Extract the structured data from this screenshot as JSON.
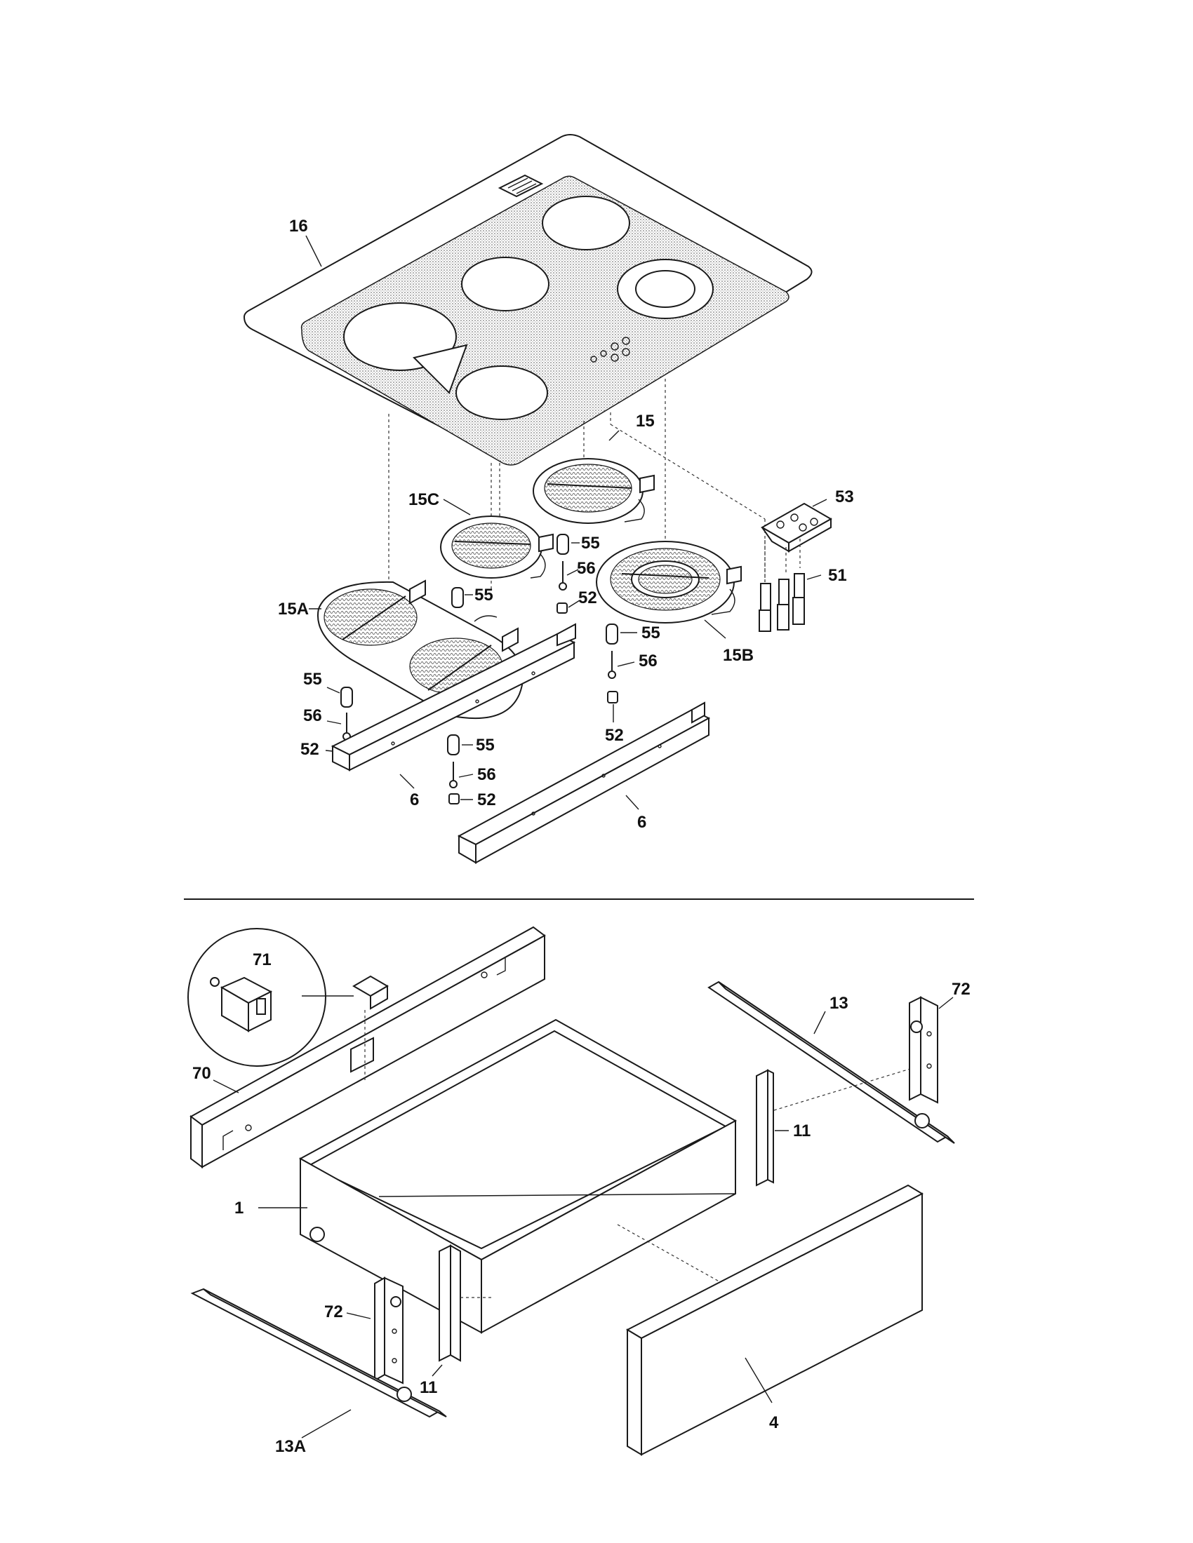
{
  "callouts": {
    "c16": "16",
    "c15": "15",
    "c15c": "15C",
    "c15a": "15A",
    "c15b": "15B",
    "c53": "53",
    "c51": "51",
    "c55a": "55",
    "c55b": "55",
    "c55c": "55",
    "c55d": "55",
    "c55e": "55",
    "c56a": "56",
    "c56b": "56",
    "c56c": "56",
    "c56d": "56",
    "c52a": "52",
    "c52b": "52",
    "c52c": "52",
    "c52d": "52",
    "c6a": "6",
    "c6b": "6",
    "c71": "71",
    "c72a": "72",
    "c72b": "72",
    "c70": "70",
    "c13": "13",
    "c13a": "13A",
    "c11a": "11",
    "c11b": "11",
    "c1": "1",
    "c4": "4"
  }
}
